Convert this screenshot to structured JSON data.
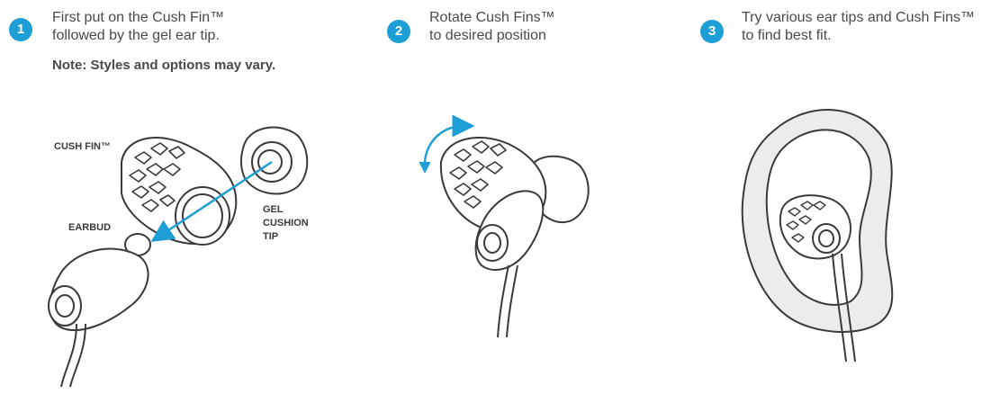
{
  "steps": [
    {
      "number": "1",
      "line1": "First put on the Cush Fin™",
      "line2": "followed by the gel ear tip."
    },
    {
      "number": "2",
      "line1": "Rotate Cush Fins™",
      "line2": "to desired position"
    },
    {
      "number": "3",
      "line1": "Try various ear tips and Cush Fins™",
      "line2": "to find best fit."
    }
  ],
  "note": "Note: Styles and options may vary.",
  "labels": {
    "cush_fin": "CUSH FIN™",
    "earbud": "EARBUD",
    "gel_1": "GEL",
    "gel_2": "CUSHION",
    "gel_3": "TIP"
  },
  "colors": {
    "accent": "#1e9ed6",
    "line": "#3a3a3a",
    "ear_shade": "#e6e6e6"
  }
}
